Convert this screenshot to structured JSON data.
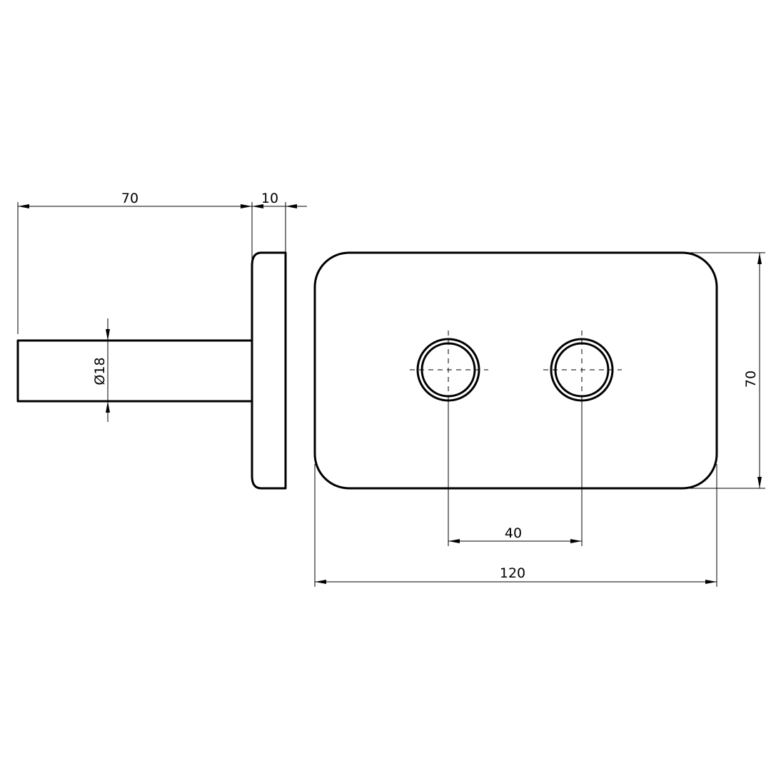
{
  "drawing": {
    "dimensions": {
      "stem_length": "70",
      "flange_thickness": "10",
      "stem_diameter": "Ø18",
      "plate_height": "70",
      "hole_spacing": "40",
      "plate_width": "120"
    }
  }
}
